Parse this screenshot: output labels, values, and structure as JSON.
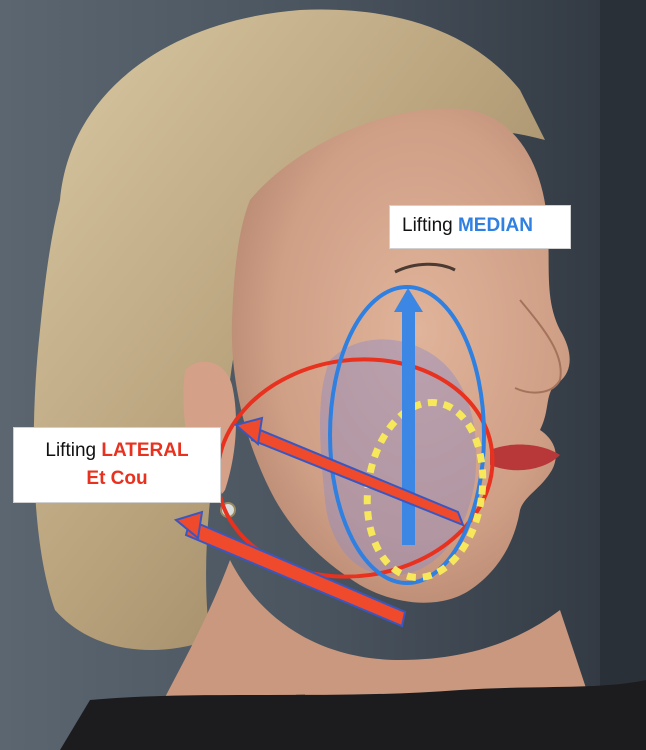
{
  "labels": {
    "median": {
      "prefix": "Lifting",
      "emphasis": "MEDIAN"
    },
    "lateral": {
      "prefix": "Lifting",
      "emphasis": "LATERAL",
      "line2": "Et Cou"
    }
  },
  "colors": {
    "median_accent": "#2f80e0",
    "lateral_accent": "#e8311e",
    "zone_fill": "#8f8cc6",
    "jowl_outline": "#f6e85a",
    "arrow_fill": "#f04a2c",
    "arrow_outline": "#3a57c0",
    "median_arrow": "#3c86e4"
  },
  "icons": [
    "arrow-up-icon",
    "arrow-diagonal-icon"
  ]
}
